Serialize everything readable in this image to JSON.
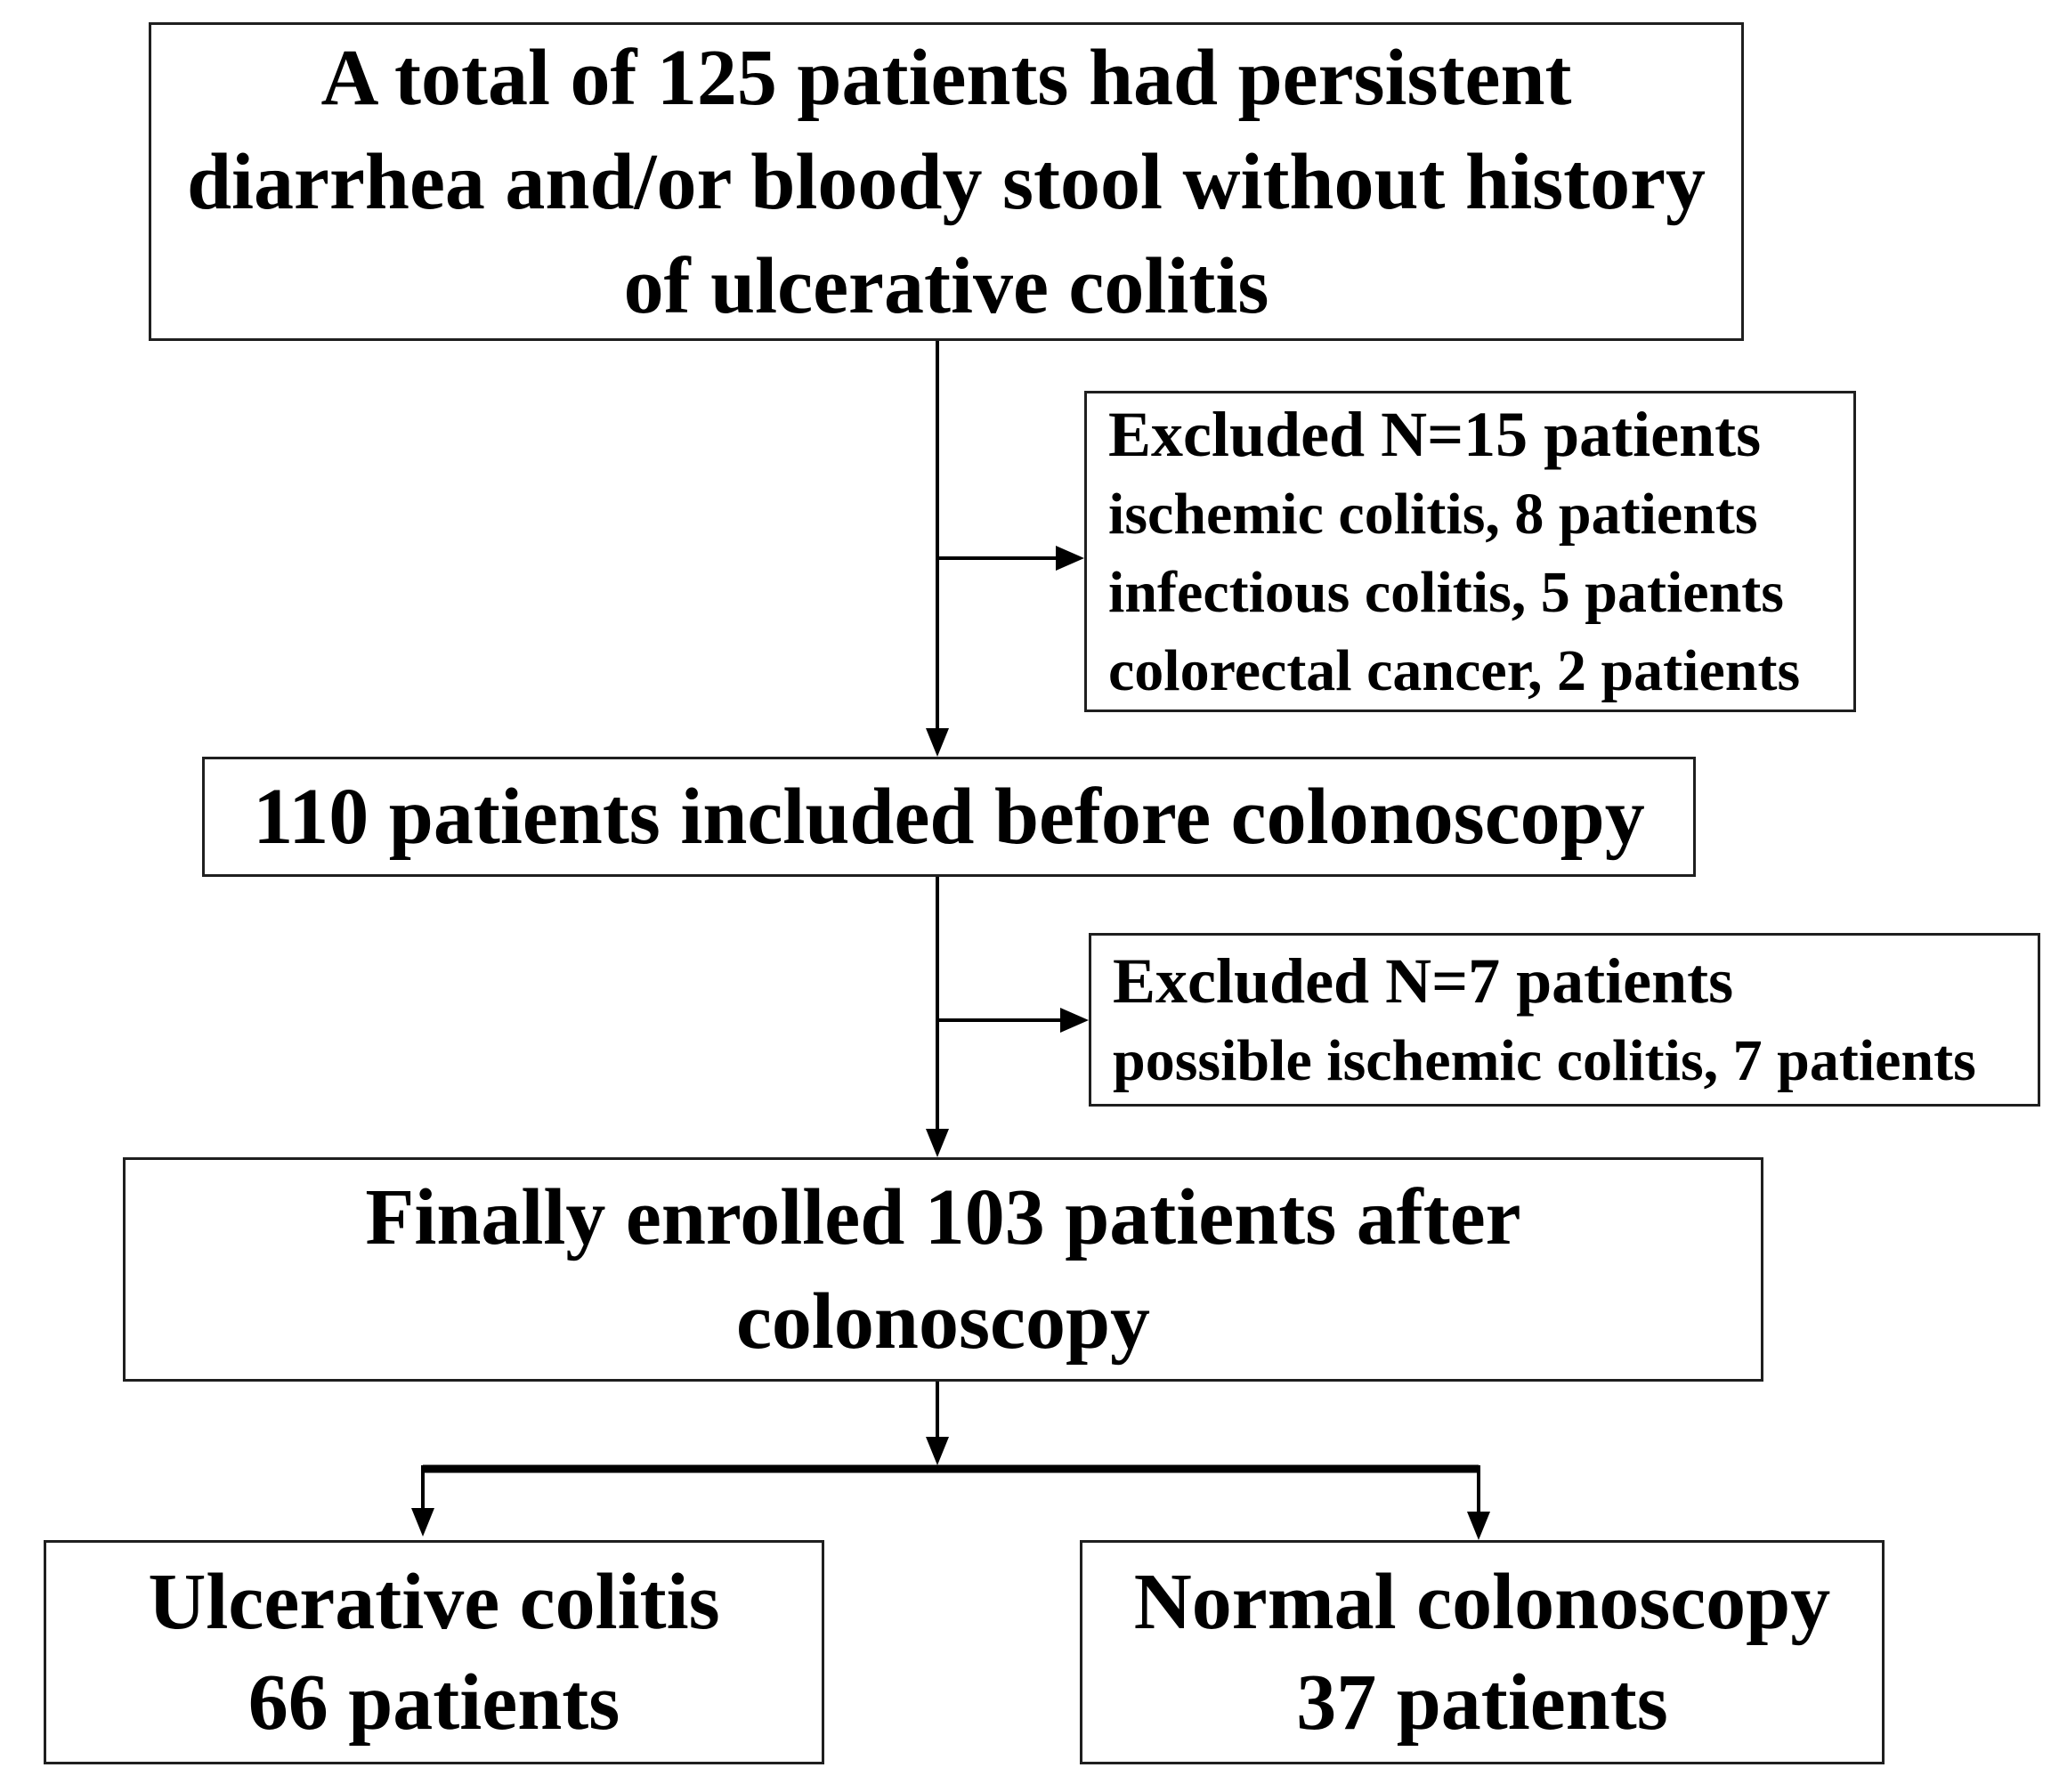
{
  "colors": {
    "background": "#ffffff",
    "box_background": "#ffffff",
    "border": "#1f1f1f",
    "text": "#000000",
    "arrow": "#000000"
  },
  "flowchart": {
    "top_box": {
      "line1": "A total of 125 patients had persistent",
      "line2": "diarrhea and/or bloody stool without history",
      "line3": "of ulcerative colitis"
    },
    "excluded_box_1": {
      "heading": "Excluded N=15 patients",
      "item1": "ischemic colitis, 8 patients",
      "item2": "infectious colitis, 5 patients",
      "item3": "colorectal cancer, 2 patients"
    },
    "included_box": {
      "text": "110 patients included before colonoscopy"
    },
    "excluded_box_2": {
      "heading": "Excluded N=7 patients",
      "item1": "possible ischemic colitis, 7 patients"
    },
    "enrolled_box": {
      "line1": "Finally enrolled 103 patients after",
      "line2": "colonoscopy"
    },
    "outcome_box_left": {
      "line1": "Ulcerative colitis",
      "line2": "66 patients"
    },
    "outcome_box_right": {
      "line1": "Normal colonoscopy",
      "line2": "37 patients"
    }
  }
}
